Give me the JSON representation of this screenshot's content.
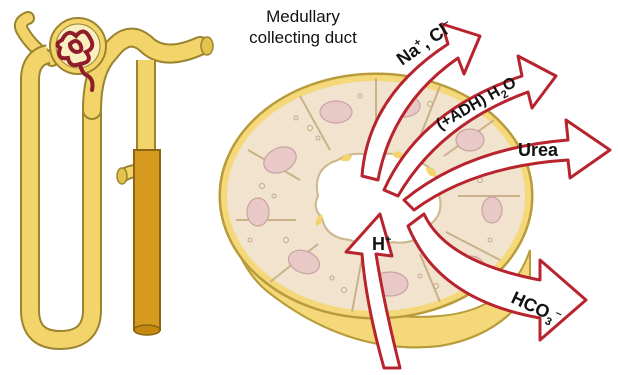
{
  "caption": {
    "line1": "Medullary",
    "line2": "collecting duct"
  },
  "labels": {
    "na_cl": {
      "na": "Na",
      "na_sup": "+",
      "sep": ", Cl",
      "cl_sup": "–"
    },
    "water": {
      "prefix": "(+ADH) H",
      "sub": "2",
      "suffix": "O"
    },
    "urea": "Urea",
    "h_ion": {
      "base": "H",
      "sup": "+"
    },
    "bicarbonate": {
      "base": "HCO",
      "sub": "3",
      "sup": "–"
    }
  },
  "colors": {
    "tubule": "#f3d46a",
    "tubule_outline": "#9a8430",
    "collecting_duct": "#d69a1e",
    "glomerulus": "#8e1c2a",
    "cell": "#f2e3cf",
    "nucleus": "#e8c9c7",
    "arrow_outline": "#b8242e"
  }
}
